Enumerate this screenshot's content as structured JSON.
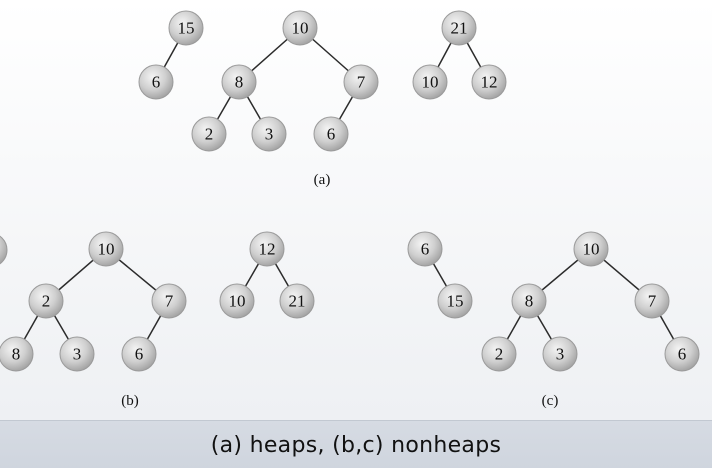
{
  "caption": "(a) heaps, (b,c) nonheaps",
  "panel_labels": {
    "a": "(a)",
    "b": "(b)",
    "c": "(c)"
  },
  "trees": [
    {
      "panel": "a",
      "nodes": [
        "15",
        "6"
      ]
    },
    {
      "panel": "a",
      "nodes": [
        "10",
        "8",
        "7",
        "2",
        "3",
        "6"
      ]
    },
    {
      "panel": "a",
      "nodes": [
        "21",
        "10",
        "12"
      ]
    },
    {
      "panel": "b",
      "nodes": [
        "10",
        "2",
        "7",
        "8",
        "3",
        "6"
      ]
    },
    {
      "panel": "b",
      "nodes": [
        "12",
        "10",
        "21"
      ]
    },
    {
      "panel": "c",
      "nodes": [
        "6",
        "15"
      ]
    },
    {
      "panel": "c",
      "nodes": [
        "10",
        "8",
        "7",
        "2",
        "3",
        "6"
      ]
    }
  ]
}
